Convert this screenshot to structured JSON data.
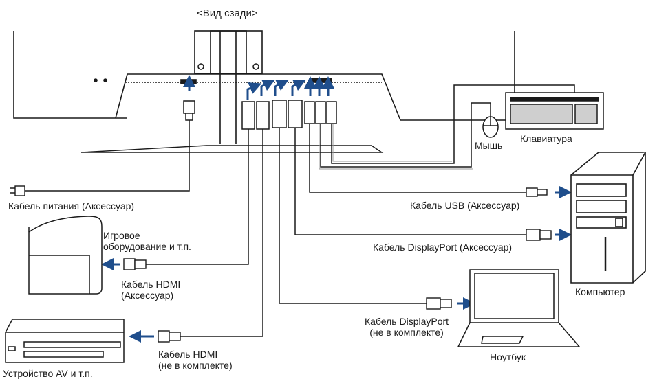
{
  "title": "<Вид сзади>",
  "labels": {
    "power_cable": "Кабель питания (Аксессуар)",
    "game_device": "Игровое\nоборудование и т.п.",
    "hdmi_cable_accessory": "Кабель HDMI\n(Аксессуар)",
    "hdmi_cable_not_included": "Кабель HDMI\n(не в комплекте)",
    "av_device": "Устройство AV и т.п.",
    "mouse": "Мышь",
    "keyboard": "Клавиатура",
    "usb_cable": "Кабель USB (Аксессуар)",
    "dp_cable_accessory": "Кабель DisplayPort (Аксессуар)",
    "dp_cable_not_included": "Кабель DisplayPort\n(не в комплекте)",
    "computer": "Компьютер",
    "laptop": "Ноутбук"
  },
  "icons": [
    "monitor-rear-icon",
    "power-plug-icon",
    "game-console-icon",
    "av-device-icon",
    "mouse-icon",
    "keyboard-icon",
    "pc-tower-icon",
    "laptop-icon",
    "hdmi-plug-icon",
    "displayport-plug-icon",
    "usb-plug-icon",
    "arrow-icon"
  ],
  "colors": {
    "line": "#1a1a1a",
    "arrow": "#1f4e8c",
    "background": "#ffffff"
  }
}
